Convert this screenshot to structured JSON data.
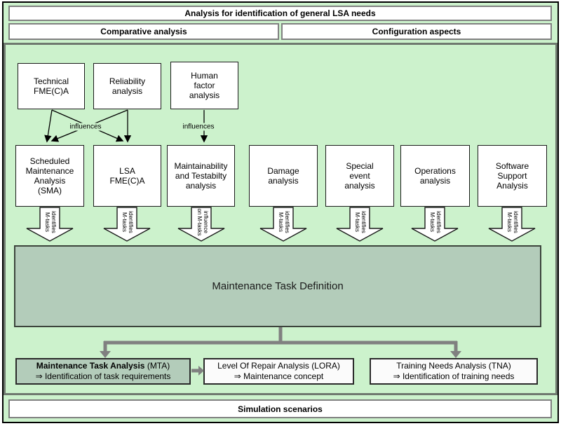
{
  "header": {
    "title": "Analysis for identification of general LSA needs",
    "comparative": "Comparative analysis",
    "configuration": "Configuration aspects"
  },
  "row1": {
    "technical": "Technical\nFME(C)A",
    "reliability": "Reliability\nanalysis",
    "human": "Human\nfactor\nanalysis"
  },
  "influences": {
    "left": "influences",
    "right": "influences"
  },
  "row2": {
    "sma": "Scheduled\nMaintenance\nAnalysis\n(SMA)",
    "lsa": "LSA\nFME(C)A",
    "maintainability": "Maintainability\nand Testabilty\nanalysis",
    "damage": "Damage\nanalysis",
    "special": "Special\nevent\nanalysis",
    "operations": "Operations\nanalysis",
    "software": "Software\nSupport\nAnalysis"
  },
  "arrow_labels": {
    "sma": "identifies\nM-tasks",
    "lsa": "identifies\nM-tasks",
    "maintainability": "influence\non M-tasks",
    "damage": "identifies\nM-tasks",
    "special": "identifies\nM-tasks",
    "operations": "identifies\nM-tasks",
    "software": "identifies\nM-tasks"
  },
  "mtd": {
    "title": "Maintenance Task Definition"
  },
  "outputs": {
    "mta": {
      "title_bold": "Maintenance Task Analysis",
      "title_suffix": " (MTA)",
      "line2": "⇒ Identification of task requirements"
    },
    "lora": {
      "title": "Level Of Repair Analysis (LORA)",
      "line2": "⇒ Maintenance concept"
    },
    "tna": {
      "title": "Training Needs Analysis (TNA)",
      "line2": "⇒ Identification of training needs"
    }
  },
  "footer": {
    "title": "Simulation scenarios"
  },
  "colors": {
    "background_green": "#ccf2cc",
    "sage_green": "#b3ccba",
    "connector_gray": "#808080",
    "outer_frame": "#000000",
    "panel_border": "#6f796f"
  }
}
